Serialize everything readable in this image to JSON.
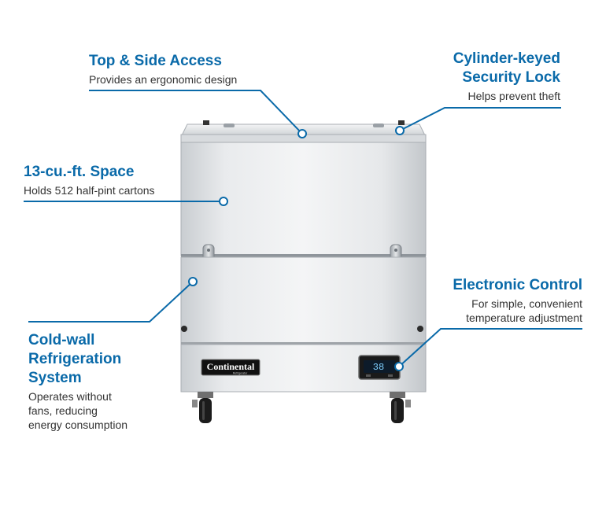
{
  "colors": {
    "heading": "#0a6aa9",
    "leader": "#0a6aa9",
    "body_text": "#333333",
    "steel_light": "#eef0f1",
    "steel_mid": "#d6d9dc",
    "steel_dark": "#b7bcc1",
    "badge_bg": "#111111",
    "display_digits": "#7fd0ff"
  },
  "callouts": {
    "top_access": {
      "title": "Top & Side Access",
      "body": "Provides an ergonomic design"
    },
    "lock": {
      "title_line1": "Cylinder-keyed",
      "title_line2": "Security Lock",
      "body": "Helps prevent theft"
    },
    "space": {
      "title": "13-cu.-ft. Space",
      "body": "Holds 512 half-pint cartons"
    },
    "control": {
      "title": "Electronic Control",
      "body_line1": "For simple, convenient",
      "body_line2": "temperature adjustment"
    },
    "cold_wall": {
      "title_line1": "Cold-wall",
      "title_line2": "Refrigeration",
      "title_line3": "System",
      "body_line1": "Operates without",
      "body_line2": "fans, reducing",
      "body_line3": "energy consumption"
    }
  },
  "product": {
    "brand_logo": "Continental",
    "brand_sub": "Refrigerator",
    "display_reading": "38"
  }
}
